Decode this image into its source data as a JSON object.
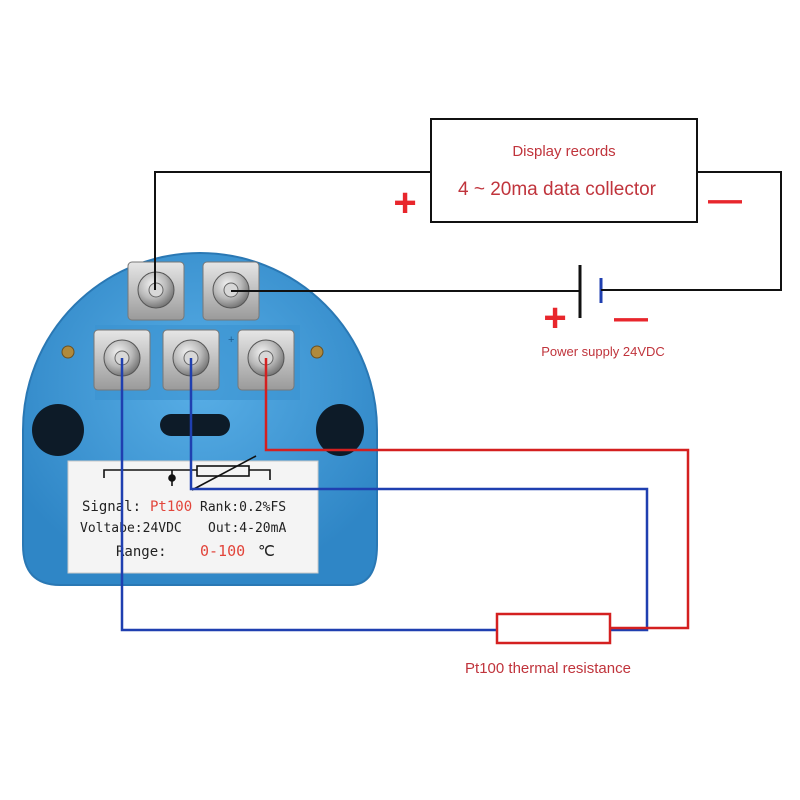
{
  "collector": {
    "line1": "Display records",
    "line2": "4 ~ 20ma data collector",
    "plus": "+",
    "minus": "—"
  },
  "power": {
    "label": "Power supply 24VDC",
    "plus": "+",
    "minus": "—"
  },
  "sensor": {
    "label": "Pt100 thermal resistance"
  },
  "nameplate": {
    "signal_label": "Signal:",
    "signal_value": "Pt100",
    "rank": "Rank:0.2%FS",
    "voltage": "Voltabe:24VDC",
    "output": "Out:4-20mA",
    "range_label": "Range:",
    "range_value": "0-100",
    "range_unit": "℃"
  },
  "colors": {
    "label_red": "#c0343c",
    "symbol_red": "#e8262c",
    "wire_black": "#111111",
    "wire_blue": "#1f3fb0",
    "wire_red": "#d42020",
    "transmitter_blue": "#3f9ad6",
    "transmitter_dark": "#2d7fbe"
  }
}
